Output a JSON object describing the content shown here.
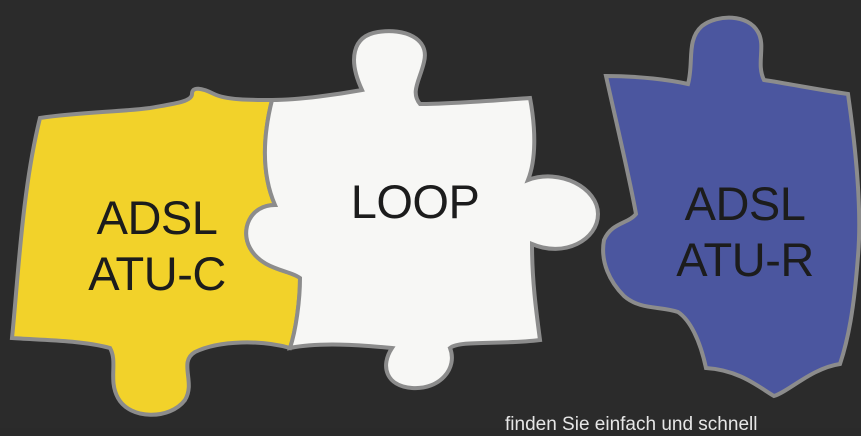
{
  "pieces": {
    "left": {
      "line1": "ADSL",
      "line2": "ATU-C",
      "color": "#f2d22a"
    },
    "middle": {
      "line1": "LOOP",
      "color": "#f7f7f5"
    },
    "right": {
      "line1": "ADSL",
      "line2": "ATU-R",
      "color": "#4b569f"
    }
  },
  "outline_color": "#8c8c8c",
  "background_color": "#2b2b2b",
  "caption": "finden Sie einfach und schnell"
}
